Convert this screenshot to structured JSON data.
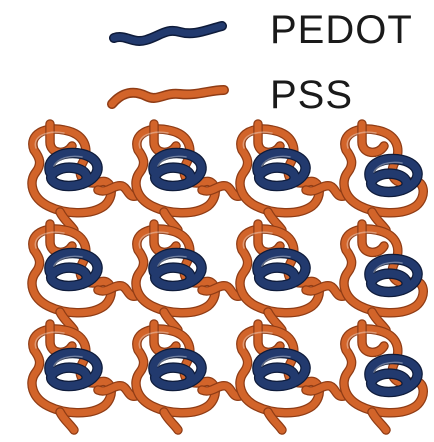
{
  "legend": {
    "pedot_label": "PEDOT",
    "pss_label": "PSS",
    "pedot_icon": "blue-chain-icon",
    "pss_icon": "orange-chain-icon"
  },
  "colors": {
    "pedot": "#223a6e",
    "pss": "#d2642a",
    "background": "#ffffff"
  },
  "structure": {
    "rows": 3,
    "columns": 4
  }
}
